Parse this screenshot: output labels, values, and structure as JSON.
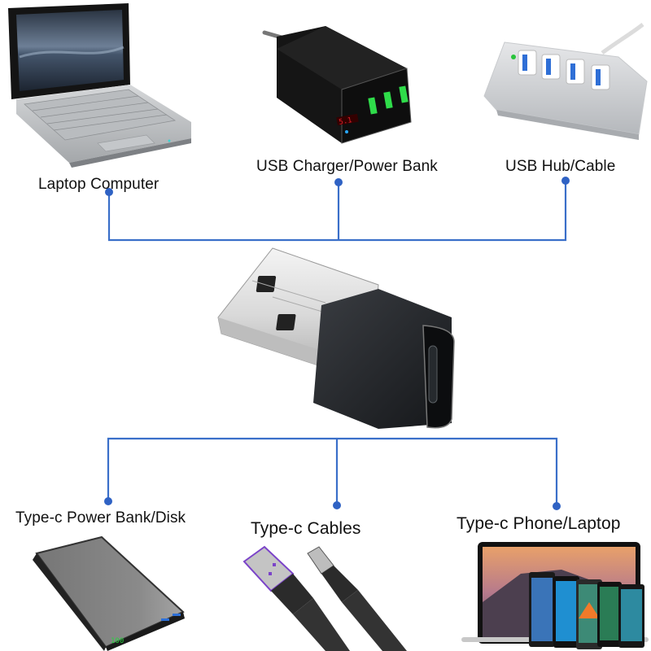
{
  "theme": {
    "connector_color": "#3a6fc9",
    "background": "#ffffff"
  },
  "center": {
    "name": "USB-A male to Type-C female adapter"
  },
  "top_devices": [
    {
      "id": "laptop",
      "label": "Laptop Computer"
    },
    {
      "id": "charger",
      "label": "USB Charger/Power Bank"
    },
    {
      "id": "hub",
      "label": "USB Hub/Cable"
    }
  ],
  "bottom_devices": [
    {
      "id": "powerbank",
      "label": "Type-c Power Bank/Disk",
      "display_value": "100"
    },
    {
      "id": "cables",
      "label": "Type-c Cables"
    },
    {
      "id": "phones",
      "label": "Type-c Phone/Laptop"
    }
  ]
}
